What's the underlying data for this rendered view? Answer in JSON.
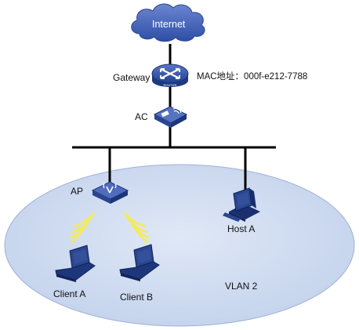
{
  "cloud": {
    "label": "Internet"
  },
  "gateway": {
    "label": "Gateway",
    "mac": "MAC地址：000f-e212-7788",
    "device_tag": "ROUTER",
    "icon": "router-icon"
  },
  "ac": {
    "label": "AC",
    "icon": "access-controller-icon"
  },
  "ap": {
    "label": "AP",
    "icon": "access-point-icon"
  },
  "host_a": {
    "label": "Host A",
    "icon": "desktop-computer-icon"
  },
  "client_a": {
    "label": "Client A",
    "icon": "laptop-icon"
  },
  "client_b": {
    "label": "Client B",
    "icon": "laptop-icon"
  },
  "vlan": {
    "label": "VLAN 2"
  },
  "colors": {
    "device_blue": "#2f4fa3",
    "cloud_blue": "#3f5fb5",
    "vlan_fill": "#cfdcf0",
    "wireless_yellow": "#f4ea5c"
  }
}
